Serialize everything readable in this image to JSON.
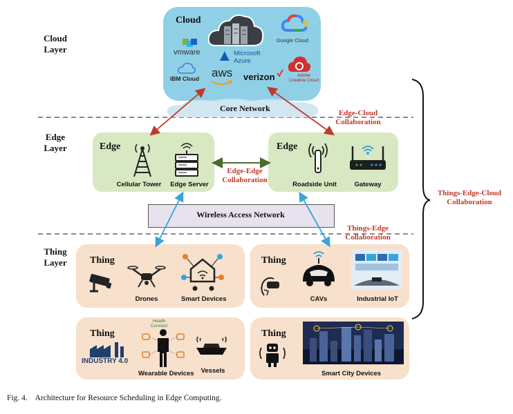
{
  "layers": {
    "cloud": "Cloud\nLayer",
    "edge": "Edge\nLayer",
    "thing": "Thing\nLayer"
  },
  "cloud": {
    "title": "Cloud",
    "providers": {
      "vmware": "vmware",
      "azure": "Microsoft\nAzure",
      "google": "Google Cloud",
      "ibm": "IBM Cloud",
      "aws": "aws",
      "verizon": "verizon",
      "adobe": "Adobe\nCreative Cloud"
    }
  },
  "core_network": "Core Network",
  "wireless_network": "Wireless Access Network",
  "edge_left": {
    "title": "Edge",
    "items": [
      "Cellular Tower",
      "Edge Server"
    ]
  },
  "edge_right": {
    "title": "Edge",
    "items": [
      "Roadside Unit",
      "Gateway"
    ]
  },
  "collaborations": {
    "edge_cloud": "Edge-Cloud\nCollaboration",
    "edge_edge": "Edge-Edge\nCollaboration",
    "things_edge": "Things-Edge\nCollaboration",
    "things_edge_cloud": "Things-Edge-Cloud\nCollaboration"
  },
  "thing_boxes": [
    {
      "title": "Thing",
      "items": [
        "Drones",
        "Smart Devices"
      ]
    },
    {
      "title": "Thing",
      "items": [
        "CAVs",
        "Industrial IoT"
      ]
    },
    {
      "title": "Thing",
      "items": [
        "Wearable Devices",
        "Vessels"
      ],
      "logo": "INDUSTRY 4.0",
      "app": "Health\nConnect"
    },
    {
      "title": "Thing",
      "items": [
        "Smart City Devices"
      ]
    }
  ],
  "caption": "Fig. 4.    Architecture for Resource Scheduling in Edge Computing.",
  "colors": {
    "cloud_box": "#8fd0e6",
    "edge_box": "#d8e8c2",
    "thing_box": "#f7e0cc",
    "network_box": "#e8e2ef",
    "collab_text": "#c0392b",
    "arrow_red": "#c0392b",
    "arrow_green": "#4a6b2a",
    "arrow_blue": "#3aa3d8"
  }
}
